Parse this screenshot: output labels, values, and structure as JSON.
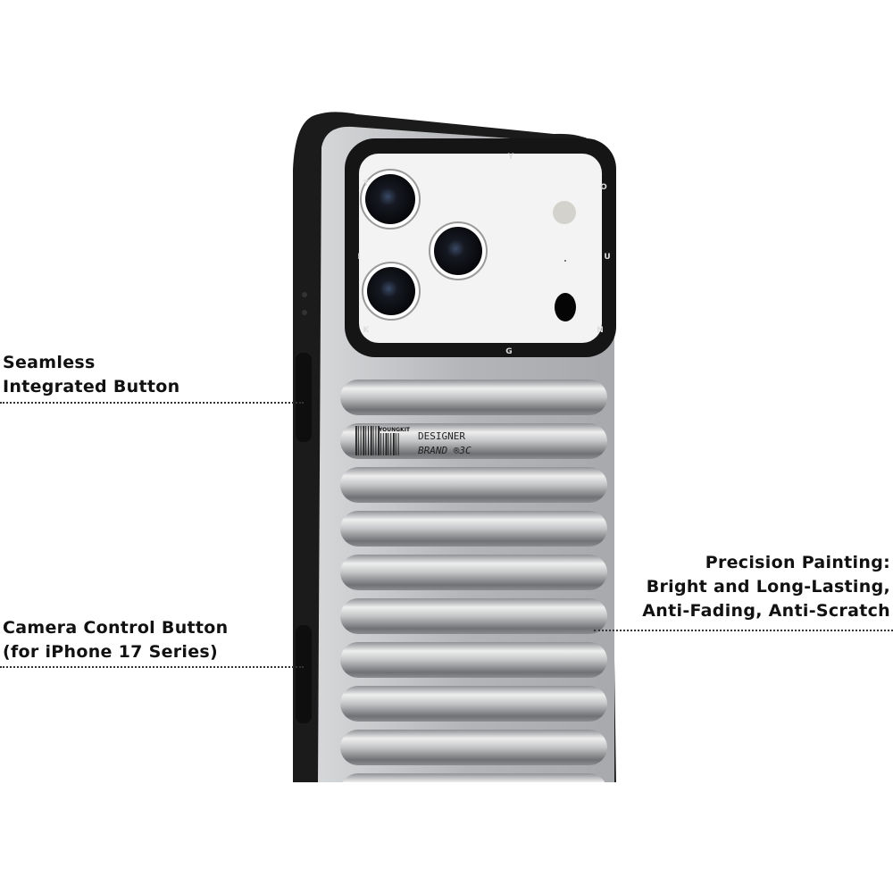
{
  "callouts": [
    {
      "lines": [
        "Seamless",
        "Integrated Button"
      ],
      "side": "left"
    },
    {
      "lines": [
        "Camera Control Button",
        "(for iPhone 17 Series)"
      ],
      "side": "left"
    },
    {
      "lines": [
        "Precision Painting:",
        "Bright and Long-Lasting,",
        "Anti-Fading, Anti-Scratch"
      ],
      "side": "right"
    }
  ],
  "product": {
    "case_color": "#b9bbbe",
    "frame_color": "#1a1a1a",
    "ring_letters": [
      "Y",
      "O",
      "U",
      "N",
      "G",
      "K",
      "I",
      "T"
    ],
    "badge": {
      "brand": "YOUNGKIT",
      "line1": "DESIGNER",
      "line2": "BRAND ®3C"
    }
  }
}
